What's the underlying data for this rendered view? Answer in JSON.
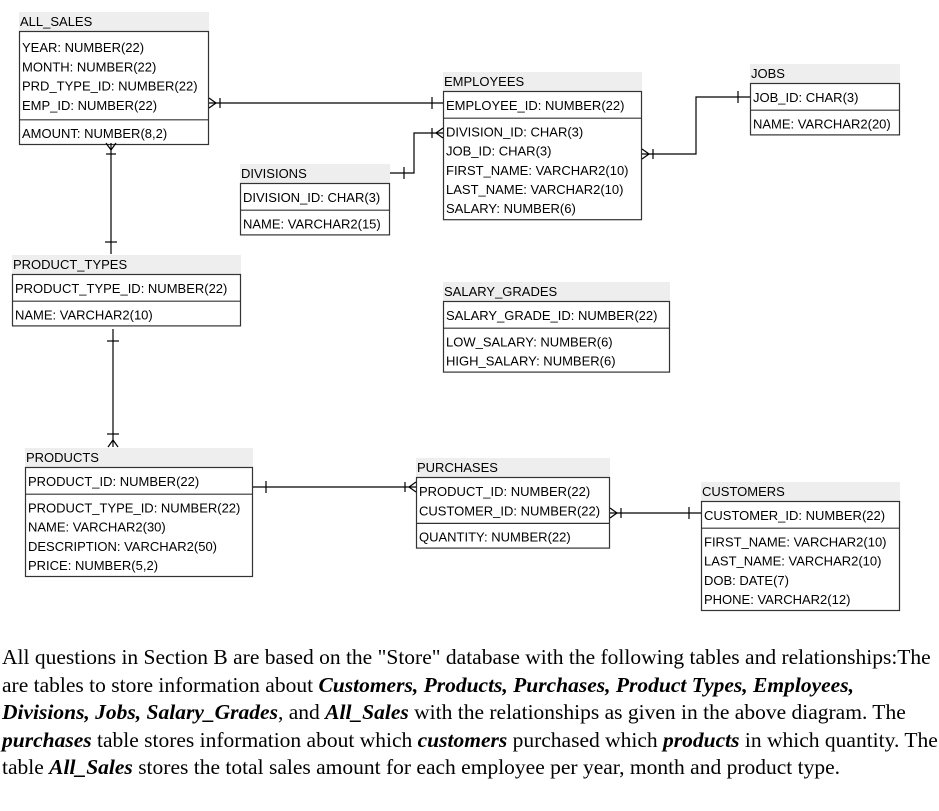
{
  "entities": {
    "all_sales": {
      "name": "ALL_SALES",
      "keys": [
        "YEAR: NUMBER(22)",
        "MONTH: NUMBER(22)",
        "PRD_TYPE_ID: NUMBER(22)",
        "EMP_ID: NUMBER(22)"
      ],
      "attrs": [
        "AMOUNT: NUMBER(8,2)"
      ]
    },
    "employees": {
      "name": "EMPLOYEES",
      "keys": [
        "EMPLOYEE_ID: NUMBER(22)"
      ],
      "attrs": [
        "DIVISION_ID: CHAR(3)",
        "JOB_ID: CHAR(3)",
        "FIRST_NAME: VARCHAR2(10)",
        "LAST_NAME: VARCHAR2(10)",
        "SALARY: NUMBER(6)"
      ]
    },
    "jobs": {
      "name": "JOBS",
      "keys": [
        "JOB_ID: CHAR(3)"
      ],
      "attrs": [
        "NAME: VARCHAR2(20)"
      ]
    },
    "divisions": {
      "name": "DIVISIONS",
      "keys": [
        "DIVISION_ID: CHAR(3)"
      ],
      "attrs": [
        "NAME: VARCHAR2(15)"
      ]
    },
    "product_types": {
      "name": "PRODUCT_TYPES",
      "keys": [
        "PRODUCT_TYPE_ID: NUMBER(22)"
      ],
      "attrs": [
        "NAME: VARCHAR2(10)"
      ]
    },
    "salary_grades": {
      "name": "SALARY_GRADES",
      "keys": [
        "SALARY_GRADE_ID: NUMBER(22)"
      ],
      "attrs": [
        "LOW_SALARY: NUMBER(6)",
        "HIGH_SALARY: NUMBER(6)"
      ]
    },
    "products": {
      "name": "PRODUCTS",
      "keys": [
        "PRODUCT_ID: NUMBER(22)"
      ],
      "attrs": [
        "PRODUCT_TYPE_ID: NUMBER(22)",
        "NAME: VARCHAR2(30)",
        "DESCRIPTION: VARCHAR2(50)",
        "PRICE: NUMBER(5,2)"
      ]
    },
    "purchases": {
      "name": "PURCHASES",
      "keys": [
        "PRODUCT_ID: NUMBER(22)",
        "CUSTOMER_ID: NUMBER(22)"
      ],
      "attrs": [
        "QUANTITY: NUMBER(22)"
      ]
    },
    "customers": {
      "name": "CUSTOMERS",
      "keys": [
        "CUSTOMER_ID: NUMBER(22)"
      ],
      "attrs": [
        "FIRST_NAME: VARCHAR2(10)",
        "LAST_NAME: VARCHAR2(10)",
        "DOB: DATE(7)",
        "PHONE: VARCHAR2(12)"
      ]
    }
  },
  "caption": {
    "p1": "All questions in Section B are based on the \"Store\" database with the following tables and relationships:The are tables to store information about ",
    "e1": "Customers, Products, Purchases, Product Types, Employees,  Divisions, Jobs, Salary_Grades",
    "p2": ", and ",
    "e2": "All_Sales",
    "p3": " with the relationships as given in the above diagram. The ",
    "e3": "purchases",
    "p4": " table stores information about which ",
    "e4": "customers",
    "p5": " purchased which ",
    "e5": "products",
    "p6": " in which quantity. The table ",
    "e6": "All_Sales",
    "p7": " stores the total sales amount for each employee per year, month and product type."
  }
}
